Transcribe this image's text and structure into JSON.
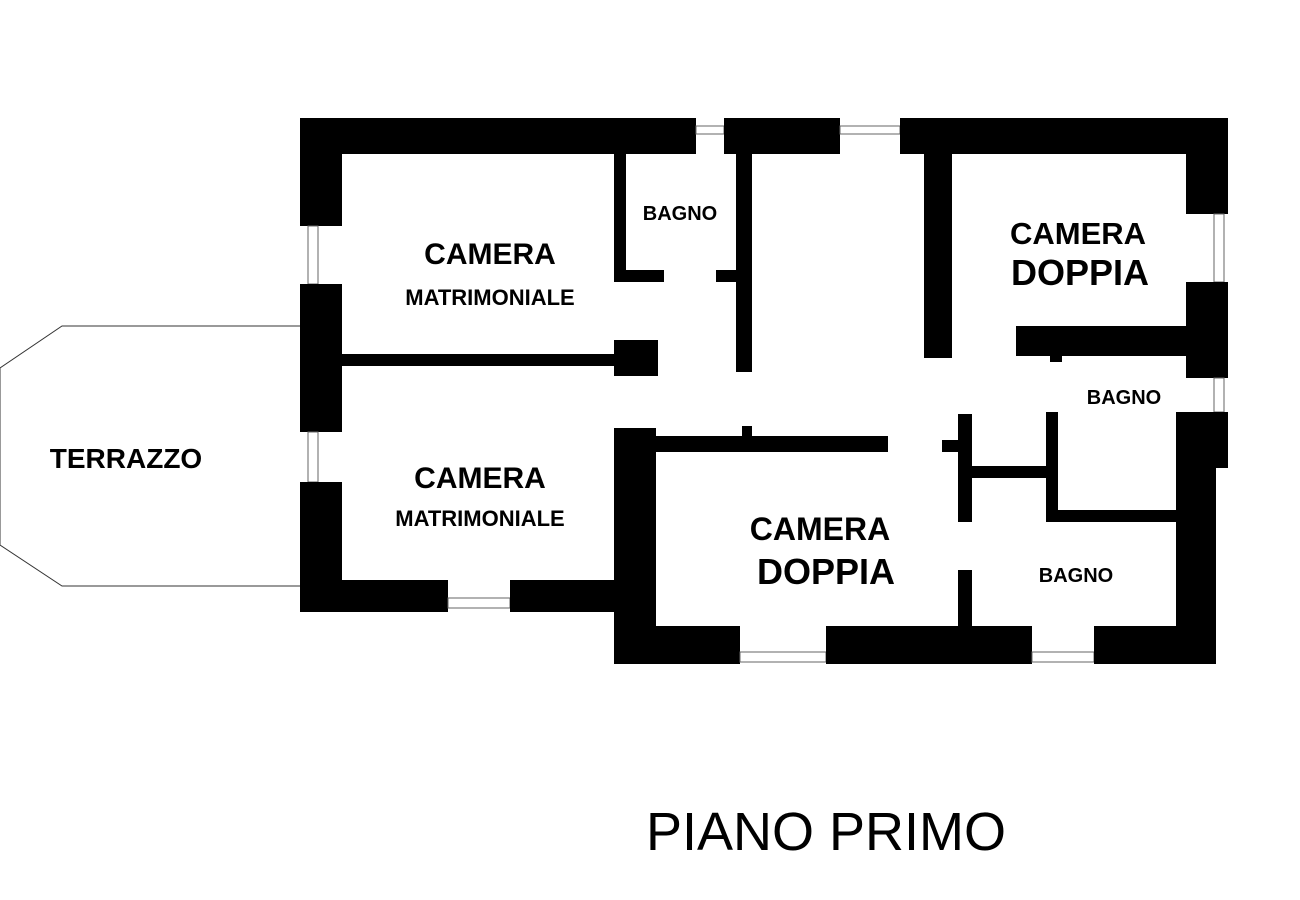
{
  "title": "PIANO PRIMO",
  "rooms": {
    "terrazzo": "TERRAZZO",
    "camera_matrimoniale_top": [
      "CAMERA",
      "MATRIMONIALE"
    ],
    "camera_matrimoniale_bottom": [
      "CAMERA",
      "MATRIMONIALE"
    ],
    "bagno_top": "BAGNO",
    "camera_doppia_top": [
      "CAMERA",
      "DOPPIA"
    ],
    "bagno_right": "BAGNO",
    "camera_doppia_bottom": [
      "CAMERA",
      "DOPPIA"
    ],
    "bagno_bottom": "BAGNO"
  },
  "colors": {
    "wall": "#000000",
    "background": "#ffffff"
  }
}
